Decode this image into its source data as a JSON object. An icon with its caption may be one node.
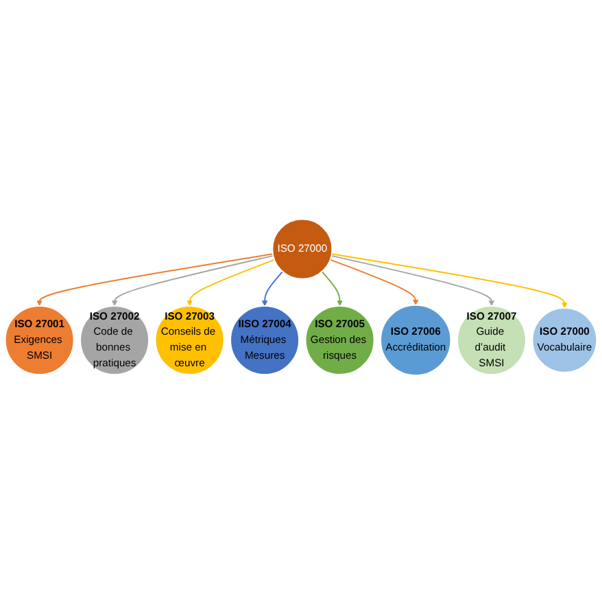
{
  "diagram": {
    "nodes": [
      {
        "text": [
          "ISO 27000"
        ]
      },
      {
        "text": [
          "ISO 27001",
          "Exigences SMSI"
        ]
      },
      {
        "text": [
          "ISO 27002",
          "Code de bonnes pratiques"
        ]
      },
      {
        "text": [
          "ISO 27003",
          "Conseils de mise en œuvre"
        ]
      },
      {
        "text": [
          "IISO 27004",
          "Métriques Mesures"
        ]
      },
      {
        "text": [
          "ISO 27005",
          "Gestion des risques"
        ]
      },
      {
        "text": [
          "ISO 27006",
          "Accréditation"
        ]
      },
      {
        "text": [
          "ISO 27007",
          "Guide d’audit SMSI"
        ]
      },
      {
        "text": [
          "ISO 27000",
          "Vocabulaire"
        ]
      }
    ],
    "edges": [
      {
        "from": 0,
        "to": 1,
        "arrow": "to",
        "color": "#ed7d31"
      },
      {
        "from": 0,
        "to": 2,
        "arrow": "to",
        "color": "#a5a5a5"
      },
      {
        "from": 0,
        "to": 3,
        "arrow": "to",
        "color": "#ffc000"
      },
      {
        "from": 0,
        "to": 4,
        "arrow": "to",
        "color": "#4472c4"
      },
      {
        "from": 0,
        "to": 5,
        "arrow": "to",
        "color": "#70ad47"
      },
      {
        "from": 0,
        "to": 6,
        "arrow": "to",
        "color": "#ed7d31"
      },
      {
        "from": 0,
        "to": 7,
        "arrow": "to",
        "color": "#a5a5a5"
      },
      {
        "from": 0,
        "to": 8,
        "arrow": "to",
        "color": "#ffc000"
      }
    ]
  }
}
